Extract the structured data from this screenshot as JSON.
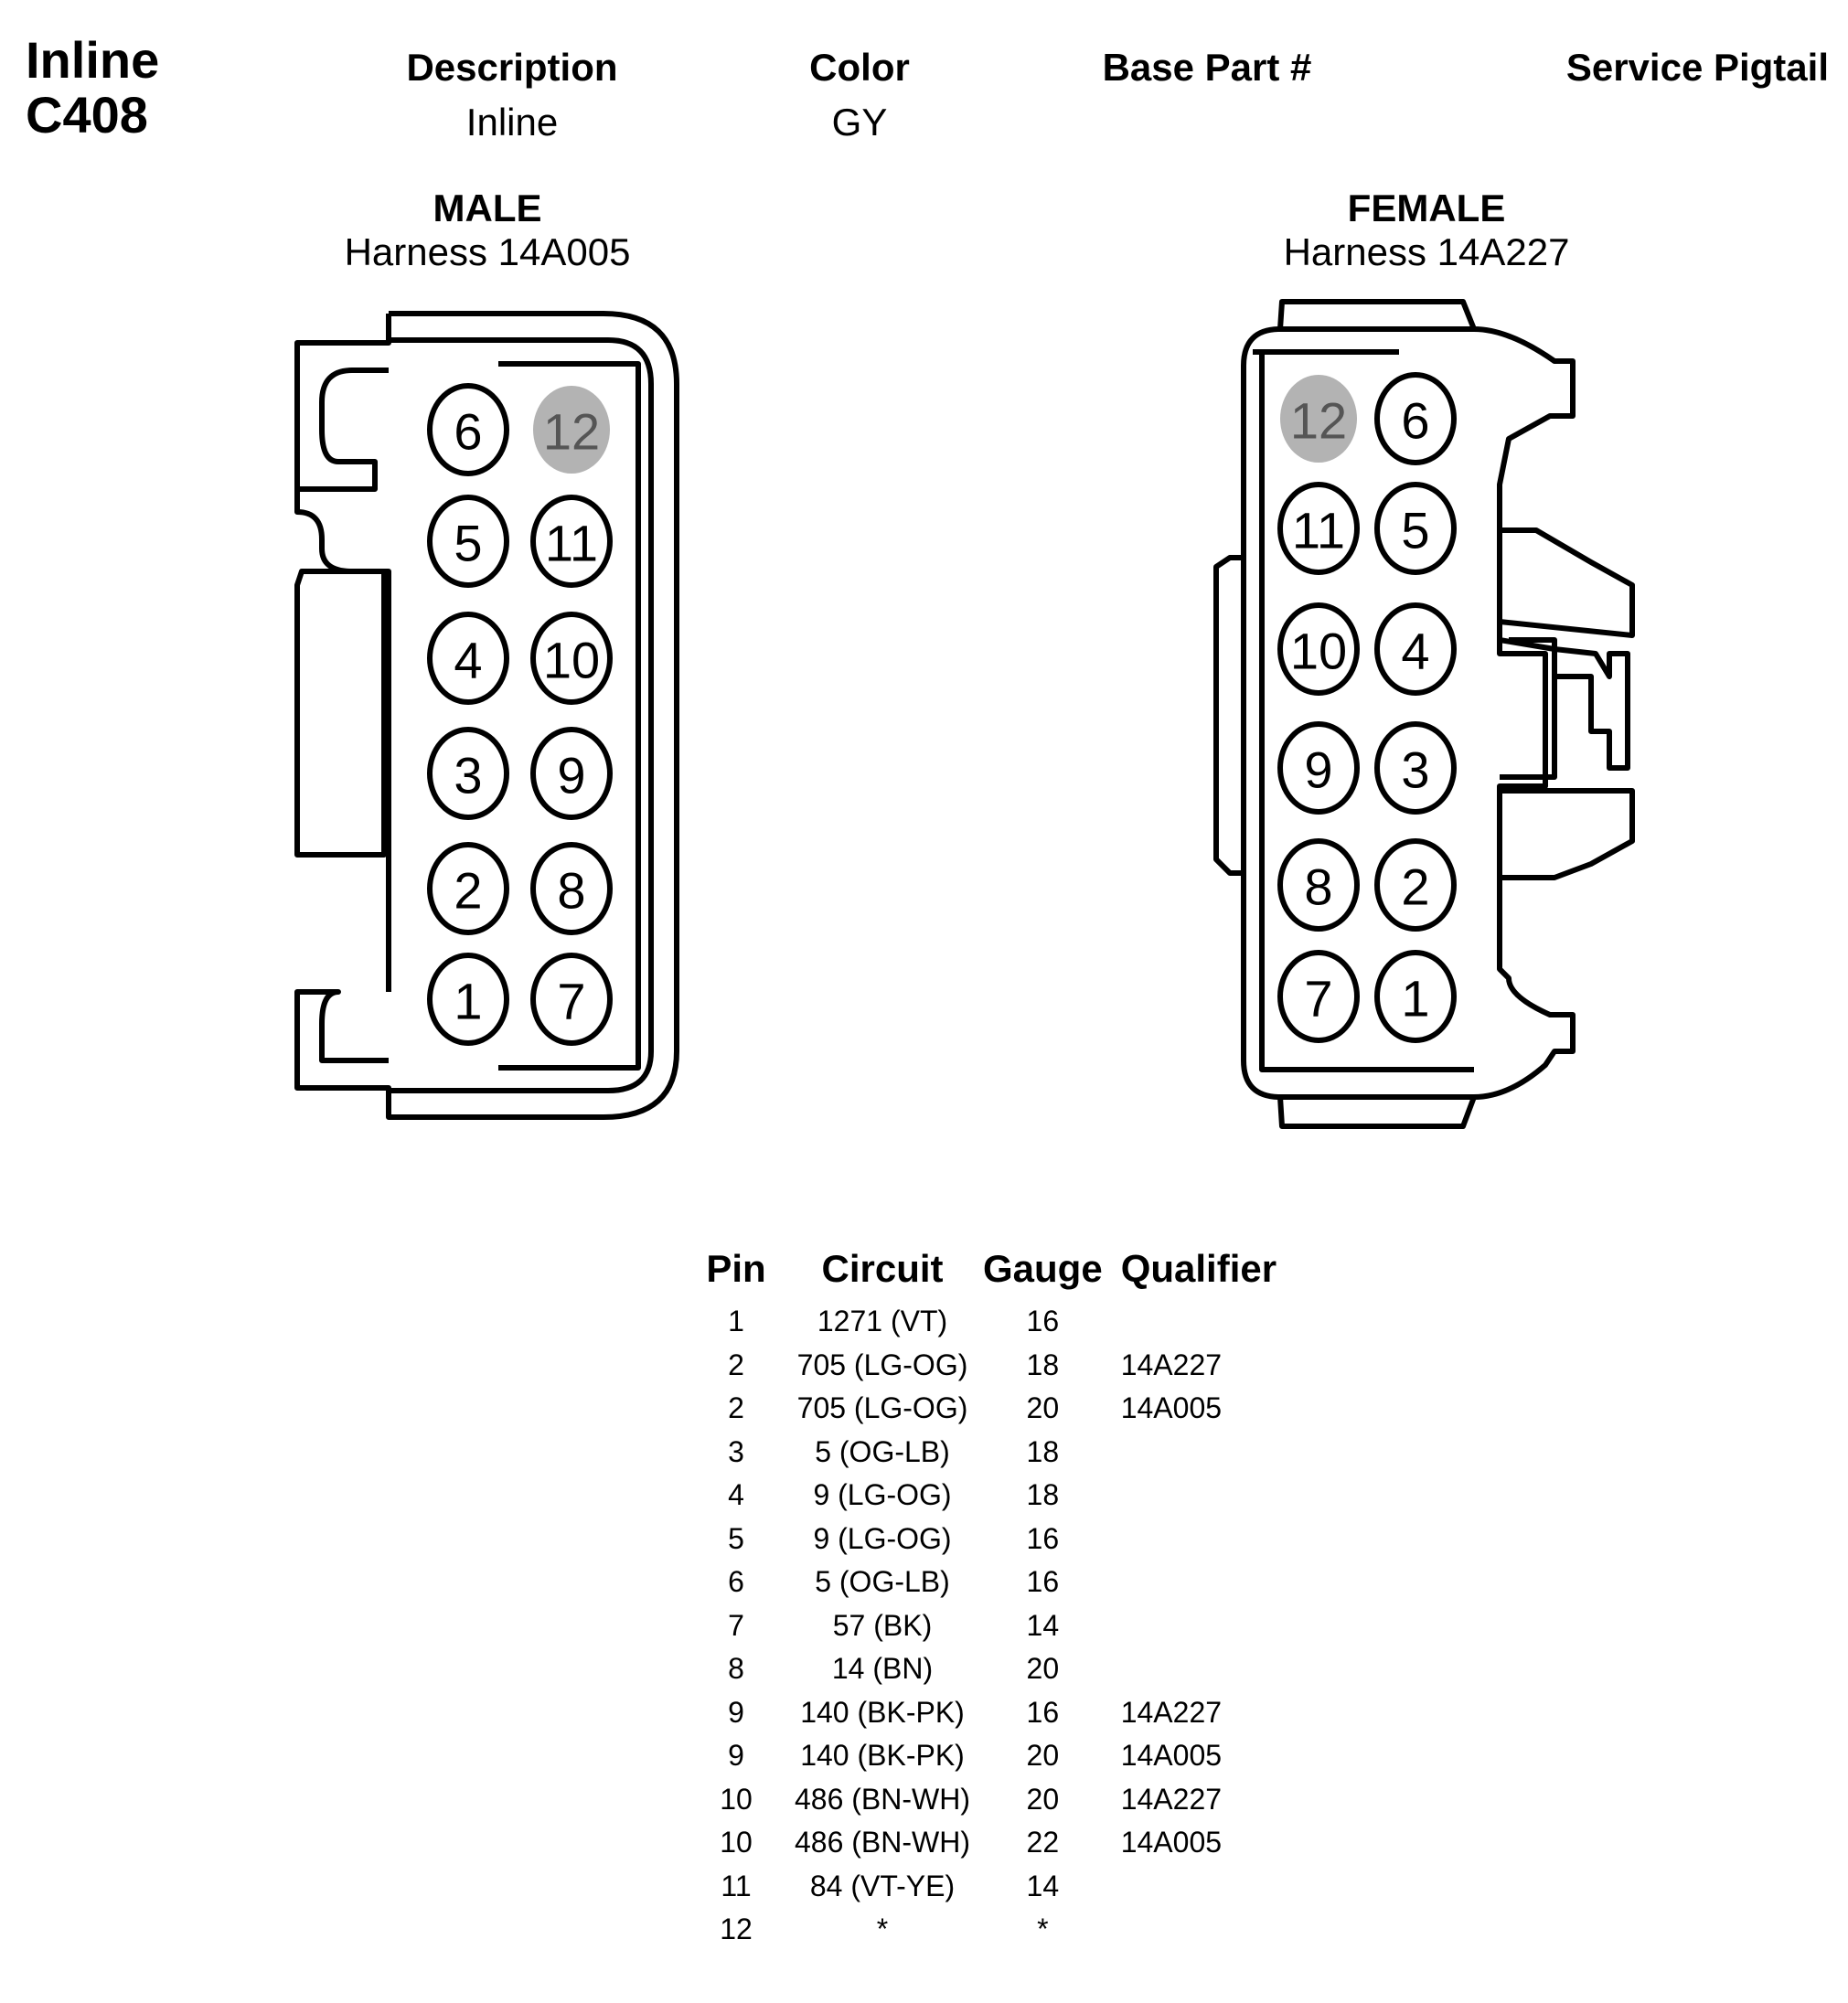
{
  "title": {
    "line1": "Inline",
    "line2": "C408"
  },
  "header": {
    "description_label": "Description",
    "description_value": "Inline",
    "color_label": "Color",
    "color_value": "GY",
    "base_part_label": "Base Part #",
    "service_pigtail_label": "Service Pigtail"
  },
  "male": {
    "label": "MALE",
    "harness": "Harness 14A005",
    "pins": [
      "1",
      "2",
      "3",
      "4",
      "5",
      "6",
      "7",
      "8",
      "9",
      "10",
      "11",
      "12"
    ]
  },
  "female": {
    "label": "FEMALE",
    "harness": "Harness 14A227",
    "pins": [
      "1",
      "2",
      "3",
      "4",
      "5",
      "6",
      "7",
      "8",
      "9",
      "10",
      "11",
      "12"
    ]
  },
  "colors": {
    "highlight_pin": "#b3b3b3",
    "line": "#000000"
  },
  "table": {
    "headers": [
      "Pin",
      "Circuit",
      "Gauge",
      "Qualifier"
    ],
    "rows": [
      [
        "1",
        "1271 (VT)",
        "16",
        ""
      ],
      [
        "2",
        "705 (LG-OG)",
        "18",
        "14A227"
      ],
      [
        "2",
        "705 (LG-OG)",
        "20",
        "14A005"
      ],
      [
        "3",
        "5 (OG-LB)",
        "18",
        ""
      ],
      [
        "4",
        "9 (LG-OG)",
        "18",
        ""
      ],
      [
        "5",
        "9 (LG-OG)",
        "16",
        ""
      ],
      [
        "6",
        "5 (OG-LB)",
        "16",
        ""
      ],
      [
        "7",
        "57 (BK)",
        "14",
        ""
      ],
      [
        "8",
        "14 (BN)",
        "20",
        ""
      ],
      [
        "9",
        "140 (BK-PK)",
        "16",
        "14A227"
      ],
      [
        "9",
        "140 (BK-PK)",
        "20",
        "14A005"
      ],
      [
        "10",
        "486 (BN-WH)",
        "20",
        "14A227"
      ],
      [
        "10",
        "486 (BN-WH)",
        "22",
        "14A005"
      ],
      [
        "11",
        "84 (VT-YE)",
        "14",
        ""
      ],
      [
        "12",
        "*",
        "*",
        ""
      ]
    ]
  }
}
